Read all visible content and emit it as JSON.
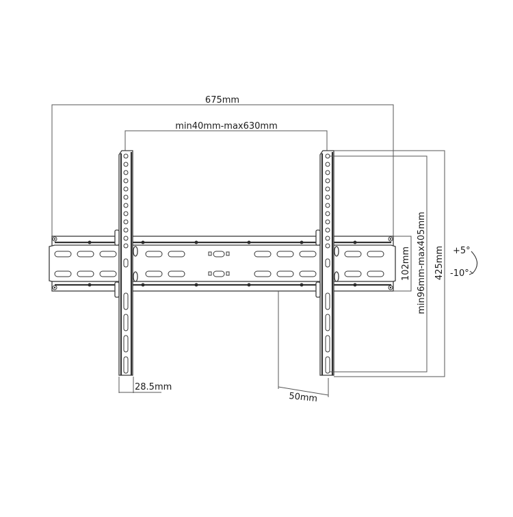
{
  "diagram": {
    "title": "Tilting TV wall mount dimension drawing",
    "colors": {
      "line": "#555555",
      "metal_edge": "#333333",
      "background": "#ffffff",
      "text": "#1a1a1a"
    },
    "dimensions": {
      "overall_width": "675mm",
      "arm_spacing": "min40mm-max630mm",
      "arm_width": "28.5mm",
      "depth": "50mm",
      "plate_height": "102mm",
      "vertical_hole_range": "min96mm-max405mm",
      "overall_height": "425mm"
    },
    "tilt": {
      "up": "+5°",
      "down": "-10°"
    },
    "components": {
      "wall_plate": "horizontal wall plate with slotted holes",
      "left_arm": "vertical TV bracket arm (left)",
      "right_arm": "vertical TV bracket arm (right)"
    }
  }
}
